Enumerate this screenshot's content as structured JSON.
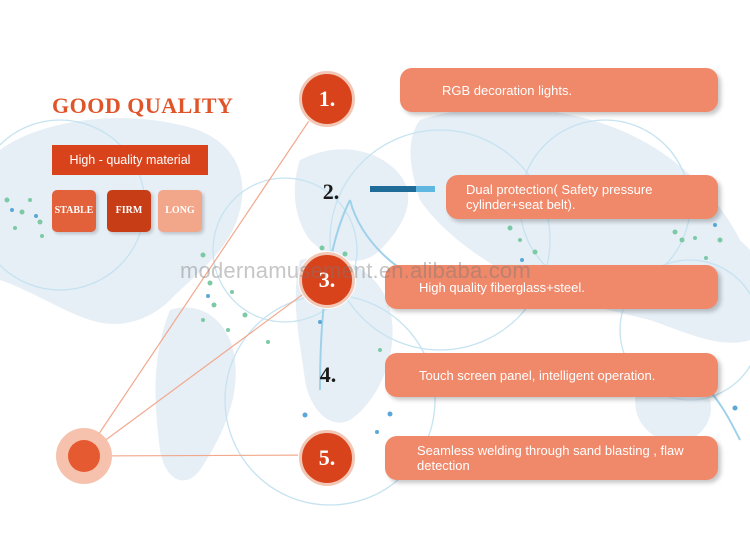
{
  "header": {
    "title": "GOOD QUALITY",
    "banner": "High - quality material",
    "tiles": [
      {
        "label": "STABLE",
        "color": "#e3613a"
      },
      {
        "label": "FIRM",
        "color": "#c73d16"
      },
      {
        "label": "LONG",
        "color": "#f2a78b"
      }
    ]
  },
  "features": [
    {
      "num": "1.",
      "text": "RGB decoration lights."
    },
    {
      "num": "2.",
      "text": "Dual protection( Safety pressure cylinder+seat belt)."
    },
    {
      "num": "3.",
      "text": "High quality fiberglass+steel."
    },
    {
      "num": "4.",
      "text": "Touch screen panel, intelligent operation."
    },
    {
      "num": "5.",
      "text": "Seamless welding through sand blasting , flaw detection"
    }
  ],
  "watermark": "modernamusement.en.alibaba.com",
  "colors": {
    "accent": "#d9431c",
    "pill": "#f0886a",
    "map": "#e4edf5",
    "ring": "#bfe0f0"
  }
}
